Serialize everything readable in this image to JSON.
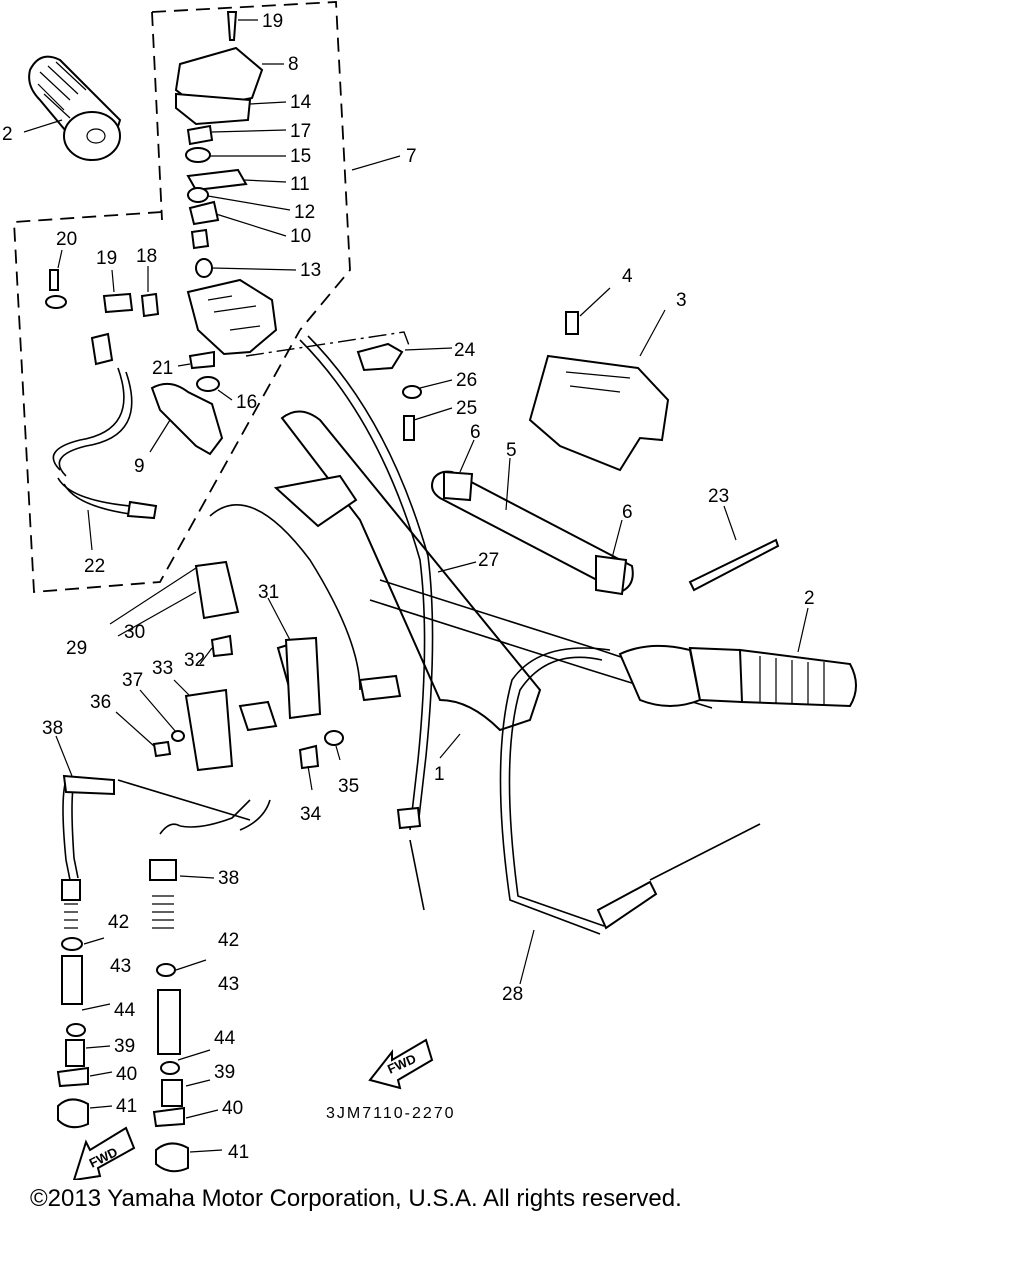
{
  "diagram": {
    "reference_code": "3JM7110-2270",
    "fwd_label": "FWD",
    "callouts": {
      "c19a": "19",
      "c8": "8",
      "c14": "14",
      "c17": "17",
      "c15": "15",
      "c11": "11",
      "c12": "12",
      "c10": "10",
      "c13": "13",
      "c7": "7",
      "c2a": "2",
      "c20": "20",
      "c19b": "19",
      "c18": "18",
      "c21": "21",
      "c16": "16",
      "c9": "9",
      "c22": "22",
      "c4": "4",
      "c3": "3",
      "c24": "24",
      "c26": "26",
      "c25": "25",
      "c6a": "6",
      "c5": "5",
      "c6b": "6",
      "c23": "23",
      "c27": "27",
      "c2b": "2",
      "c29": "29",
      "c30": "30",
      "c31": "31",
      "c32": "32",
      "c33": "33",
      "c37": "37",
      "c36": "36",
      "c38a": "38",
      "c34": "34",
      "c35": "35",
      "c1": "1",
      "c38b": "38",
      "c42a": "42",
      "c43a": "43",
      "c44a": "44",
      "c39a": "39",
      "c40a": "40",
      "c41a": "41",
      "c42b": "42",
      "c43b": "43",
      "c44b": "44",
      "c39b": "39",
      "c40b": "40",
      "c41b": "41",
      "c28": "28"
    }
  },
  "footer": {
    "copyright": "©2013 Yamaha Motor Corporation, U.S.A. All rights reserved."
  }
}
